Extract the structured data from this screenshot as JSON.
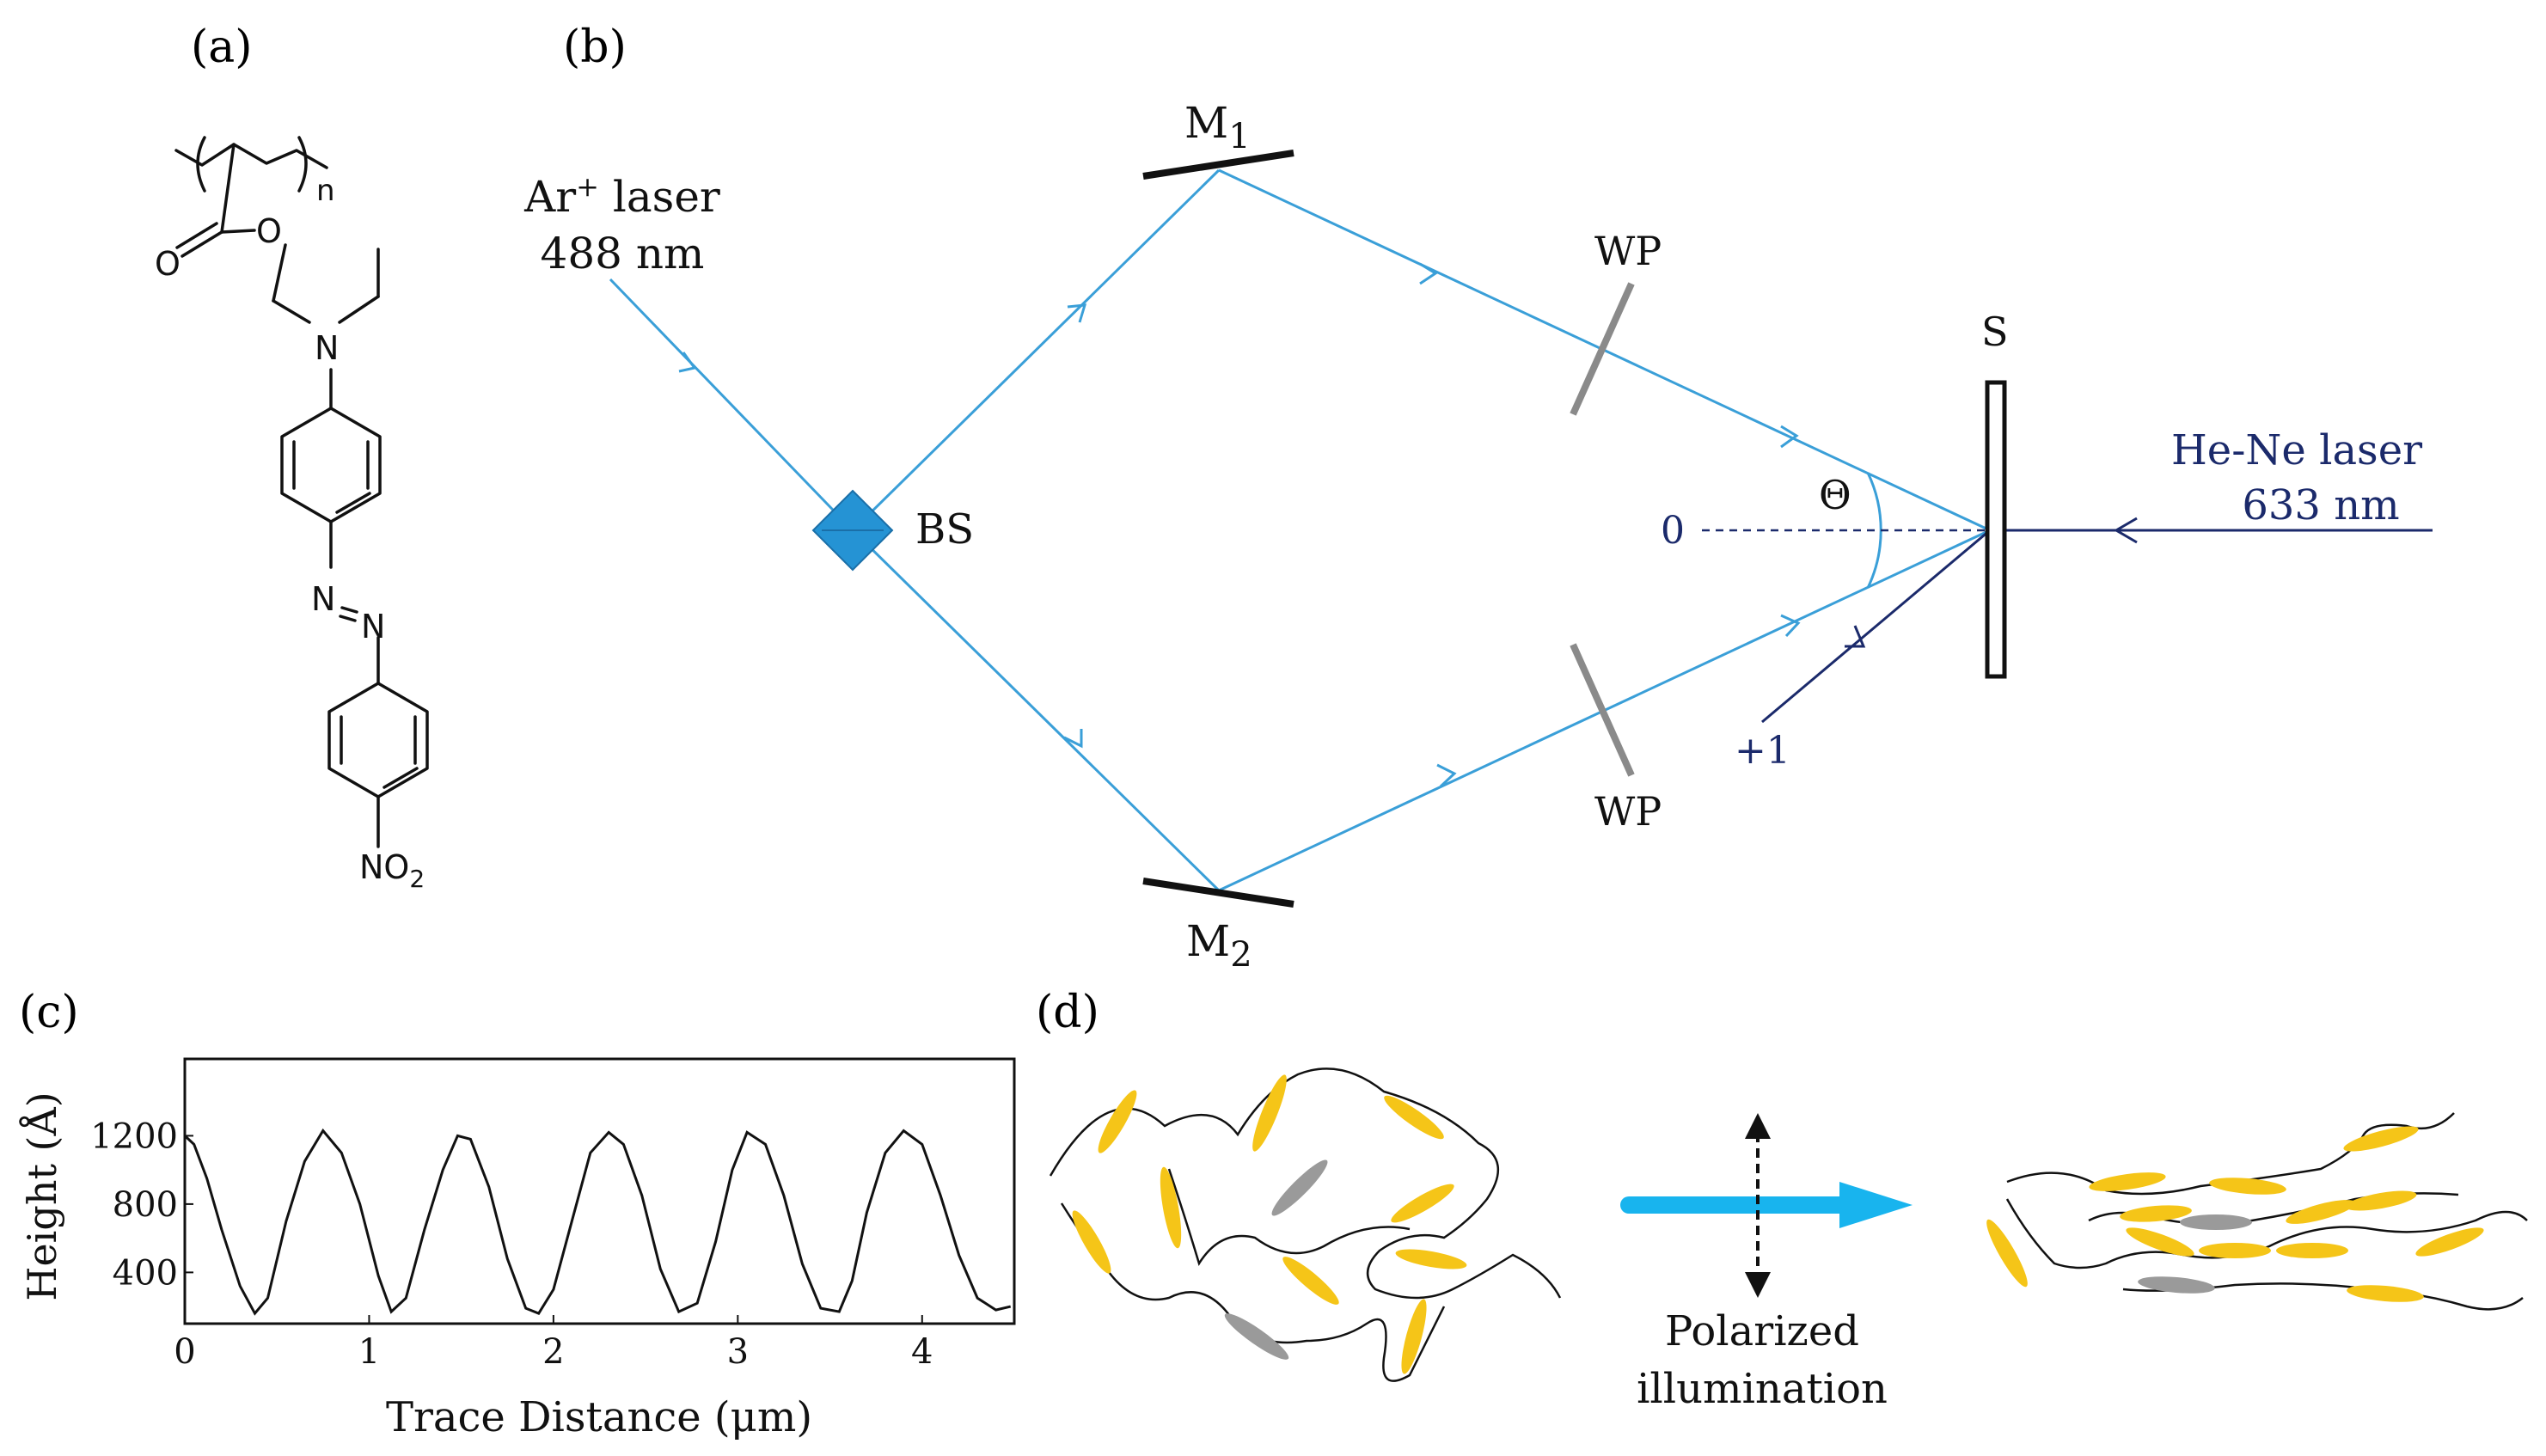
{
  "panels": {
    "a": "(a)",
    "b": "(b)",
    "c": "(c)",
    "d": "(d)"
  },
  "molecule": {
    "n": "n",
    "o1": "O",
    "o2": "O",
    "nitrogen": "N",
    "azo1": "N",
    "azo2": "N",
    "no2_main": "NO",
    "no2_sub": "2"
  },
  "setup": {
    "ar_laser_prefix": "Ar",
    "ar_laser_sup": "+",
    "ar_laser_suffix": " laser",
    "ar_wavelength": "488 nm",
    "bs": "BS",
    "m1": "M",
    "m1_sub": "1",
    "m2": "M",
    "m2_sub": "2",
    "wp_top": "WP",
    "wp_bottom": "WP",
    "sample": "S",
    "theta": "Θ",
    "order_zero": "0",
    "order_plus_one": "+1",
    "hene_laser": "He-Ne laser",
    "hene_wavelength": "633 nm"
  },
  "colors": {
    "beam": "#3a9fd8",
    "probe": "#1b2a6b",
    "bs_fill": "#2593d4",
    "waveplate": "#8a8a8a",
    "chromophore_yellow": "#f5c518",
    "chromophore_grey": "#9a9a9a",
    "arrow_cyan": "#18b4ee"
  },
  "chart_data": {
    "type": "line",
    "title": "",
    "xlabel": "Trace Distance (μm)",
    "ylabel": "Height (Å)",
    "xlim": [
      0,
      4.5
    ],
    "ylim": [
      100,
      1650
    ],
    "xticks": [
      0,
      1,
      2,
      3,
      4
    ],
    "yticks": [
      400,
      800,
      1200
    ],
    "grid": false,
    "series": [
      {
        "x": [
          0,
          0.05,
          0.12,
          0.2,
          0.3,
          0.38,
          0.45,
          0.55,
          0.65,
          0.75,
          0.85,
          0.95,
          1.05,
          1.12,
          1.2,
          1.3,
          1.4,
          1.48,
          1.55,
          1.65,
          1.75,
          1.85,
          1.92,
          2.0,
          2.1,
          2.2,
          2.3,
          2.38,
          2.48,
          2.58,
          2.68,
          2.78,
          2.88,
          2.97,
          3.05,
          3.15,
          3.25,
          3.35,
          3.45,
          3.55,
          3.62,
          3.7,
          3.8,
          3.9,
          4.0,
          4.1,
          4.2,
          4.3,
          4.4,
          4.48
        ],
        "y": [
          1200,
          1150,
          950,
          650,
          320,
          160,
          250,
          700,
          1050,
          1230,
          1100,
          800,
          380,
          170,
          250,
          650,
          1000,
          1200,
          1180,
          900,
          480,
          190,
          160,
          300,
          700,
          1100,
          1220,
          1150,
          850,
          420,
          170,
          220,
          580,
          1000,
          1220,
          1150,
          850,
          450,
          190,
          170,
          350,
          750,
          1100,
          1230,
          1150,
          850,
          500,
          250,
          180,
          200
        ]
      }
    ]
  },
  "panel_d": {
    "caption_line1": "Polarized",
    "caption_line2": "illumination"
  }
}
